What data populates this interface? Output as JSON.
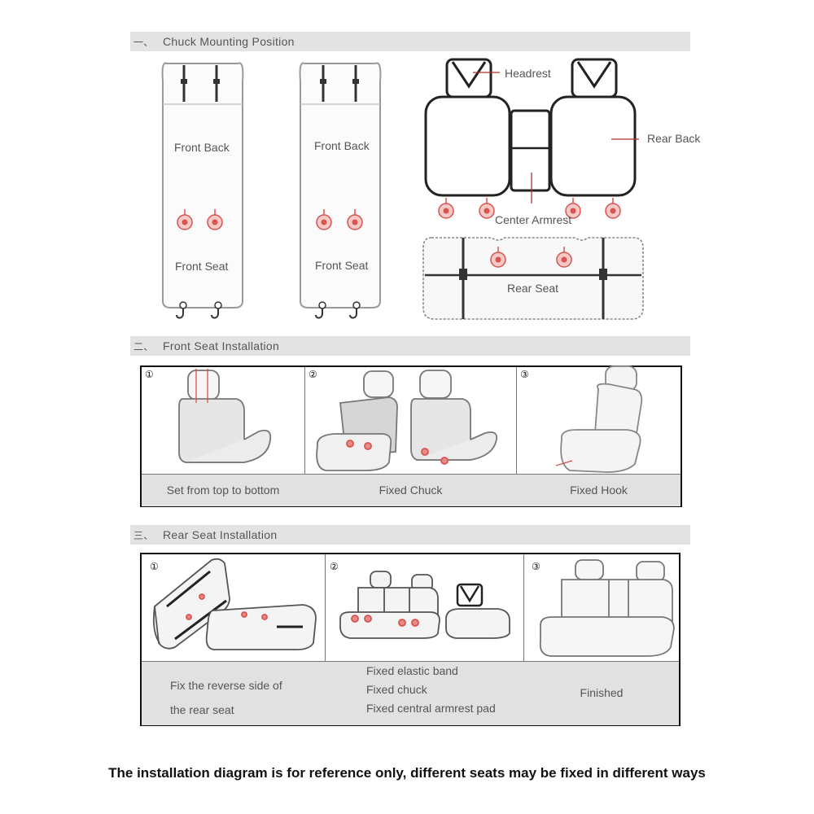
{
  "section1": {
    "number": "一、",
    "title": "Chuck Mounting Position"
  },
  "labels": {
    "front_back": "Front Back",
    "front_seat": "Front Seat",
    "headrest": "Headrest",
    "rear_back": "Rear Back",
    "center_armrest": "Center Armrest",
    "rear_seat": "Rear Seat"
  },
  "section2": {
    "number": "二、",
    "title": "Front Seat Installation",
    "steps": [
      {
        "num": "①",
        "caption": "Set from top to bottom"
      },
      {
        "num": "②",
        "caption": "Fixed Chuck"
      },
      {
        "num": "③",
        "caption": "Fixed Hook"
      }
    ]
  },
  "section3": {
    "number": "三、",
    "title": "Rear Seat Installation",
    "steps": [
      {
        "num": "①",
        "caption_lines": [
          "Fix the reverse side of",
          "the rear seat"
        ]
      },
      {
        "num": "②",
        "caption_lines": [
          "Fixed elastic band",
          "Fixed chuck",
          "Fixed central armrest pad"
        ]
      },
      {
        "num": "③",
        "caption_lines": [
          "Finished"
        ]
      }
    ]
  },
  "footer": "The installation diagram is for reference only, different seats may be fixed in different ways",
  "colors": {
    "outline": "#222222",
    "chuck": "#d9534f",
    "band": "#e3e3e3",
    "caption_bg": "#e1e1e1"
  },
  "icons": [
    "chuck-icon",
    "hook-icon",
    "headrest-icon",
    "seat-illustration"
  ]
}
